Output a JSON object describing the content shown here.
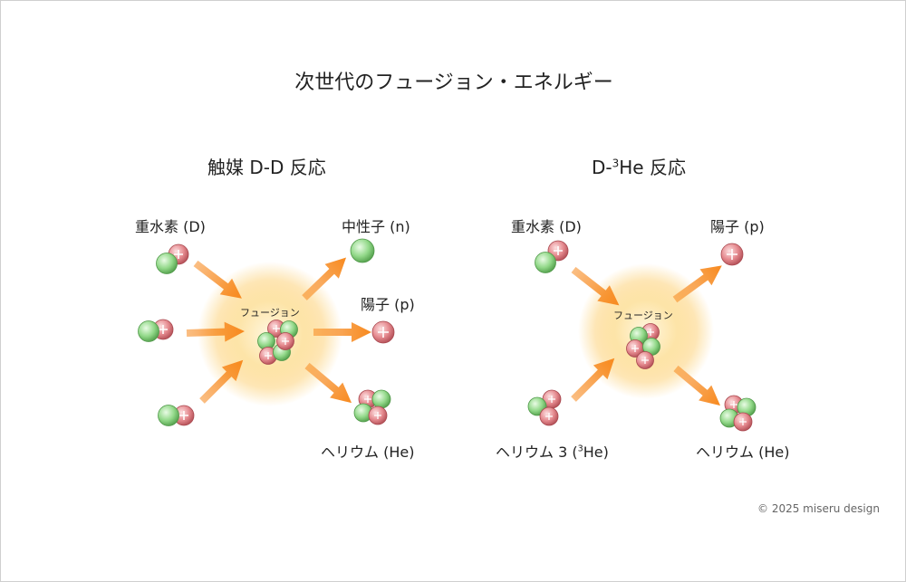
{
  "title": "次世代のフュージョン・エネルギー",
  "left": {
    "heading": "触媒 D-D 反応",
    "input_label": "重水素 (D)",
    "fusion_label": "フュージョン",
    "neutron_label": "中性子 (n)",
    "proton_label": "陽子 (p)",
    "helium_label": "ヘリウム (He)"
  },
  "right": {
    "heading_prefix": "D-",
    "heading_sup": "3",
    "heading_suffix": "He 反応",
    "input_label": "重水素 (D)",
    "fusion_label": "フュージョン",
    "proton_label": "陽子 (p)",
    "he3_label_prefix": "ヘリウム 3 (",
    "he3_label_sup": "3",
    "he3_label_suffix": "He)",
    "helium_label": "ヘリウム (He)"
  },
  "copyright": "© 2025 miseru design",
  "colors": {
    "arrow": "#f7891e",
    "proton": "#e58a8f",
    "neutron": "#93d98a",
    "glow": "#fdd27a"
  }
}
